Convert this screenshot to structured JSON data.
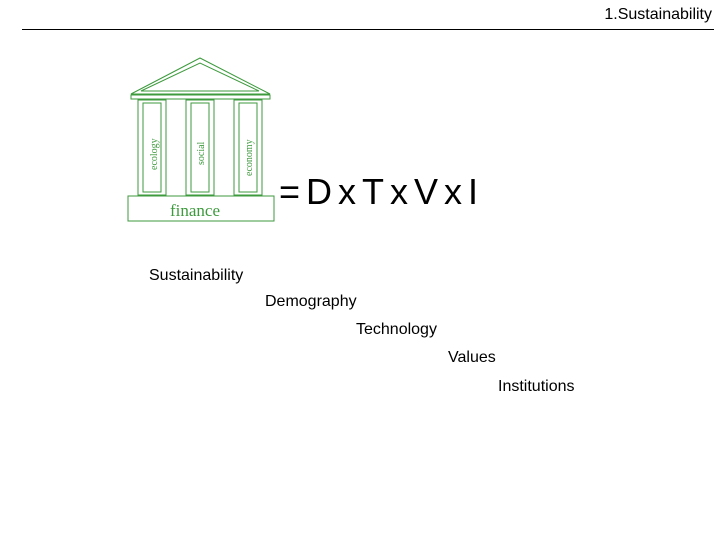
{
  "header": {
    "title": "1.Sustainability"
  },
  "temple": {
    "pillars": [
      "ecology",
      "social",
      "economy"
    ],
    "base": "finance",
    "color": "#3d9a3d"
  },
  "formula": "=DxTxVxI",
  "terms": [
    "Sustainability",
    "Demography",
    "Technology",
    "Values",
    "Institutions"
  ]
}
